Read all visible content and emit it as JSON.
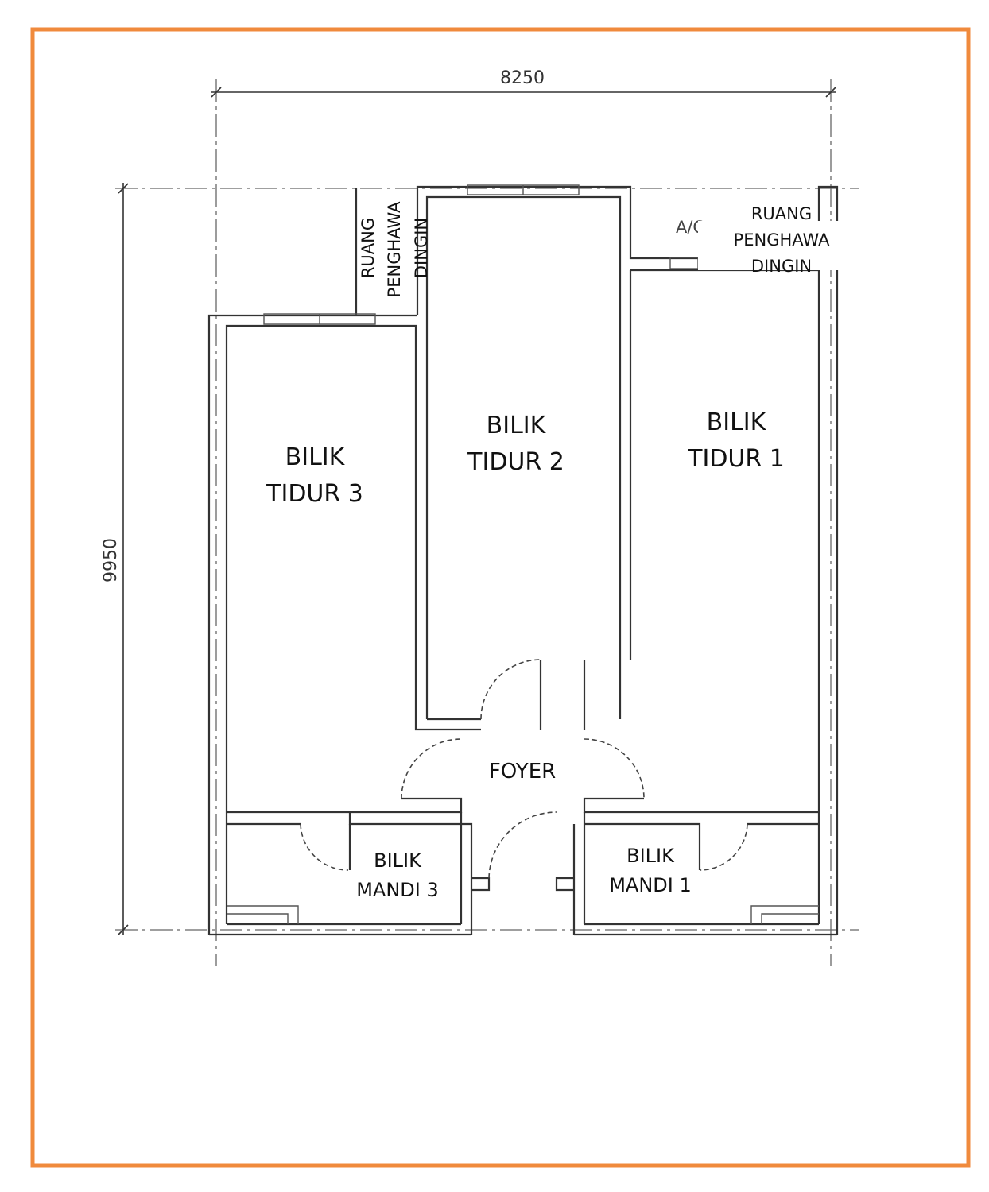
{
  "frame_color": "#f08a3c",
  "dimensions": {
    "width": "8250",
    "height": "9950"
  },
  "rooms": {
    "bilik_tidur_3": [
      "BILIK",
      "TIDUR 3"
    ],
    "bilik_tidur_2": [
      "BILIK",
      "TIDUR 2"
    ],
    "bilik_tidur_1": [
      "BILIK",
      "TIDUR 1"
    ],
    "foyer": "FOYER",
    "bilik_mandi_3": [
      "BILIK",
      "MANDI 3"
    ],
    "bilik_mandi_1": [
      "BILIK",
      "MANDI 1"
    ],
    "ruang_penghawa_left": [
      "RUANG",
      "PENGHAWA",
      "DINGIN"
    ],
    "ruang_penghawa_right": [
      "RUANG",
      "PENGHAWA",
      "DINGIN"
    ],
    "ac_label": "A/C"
  }
}
